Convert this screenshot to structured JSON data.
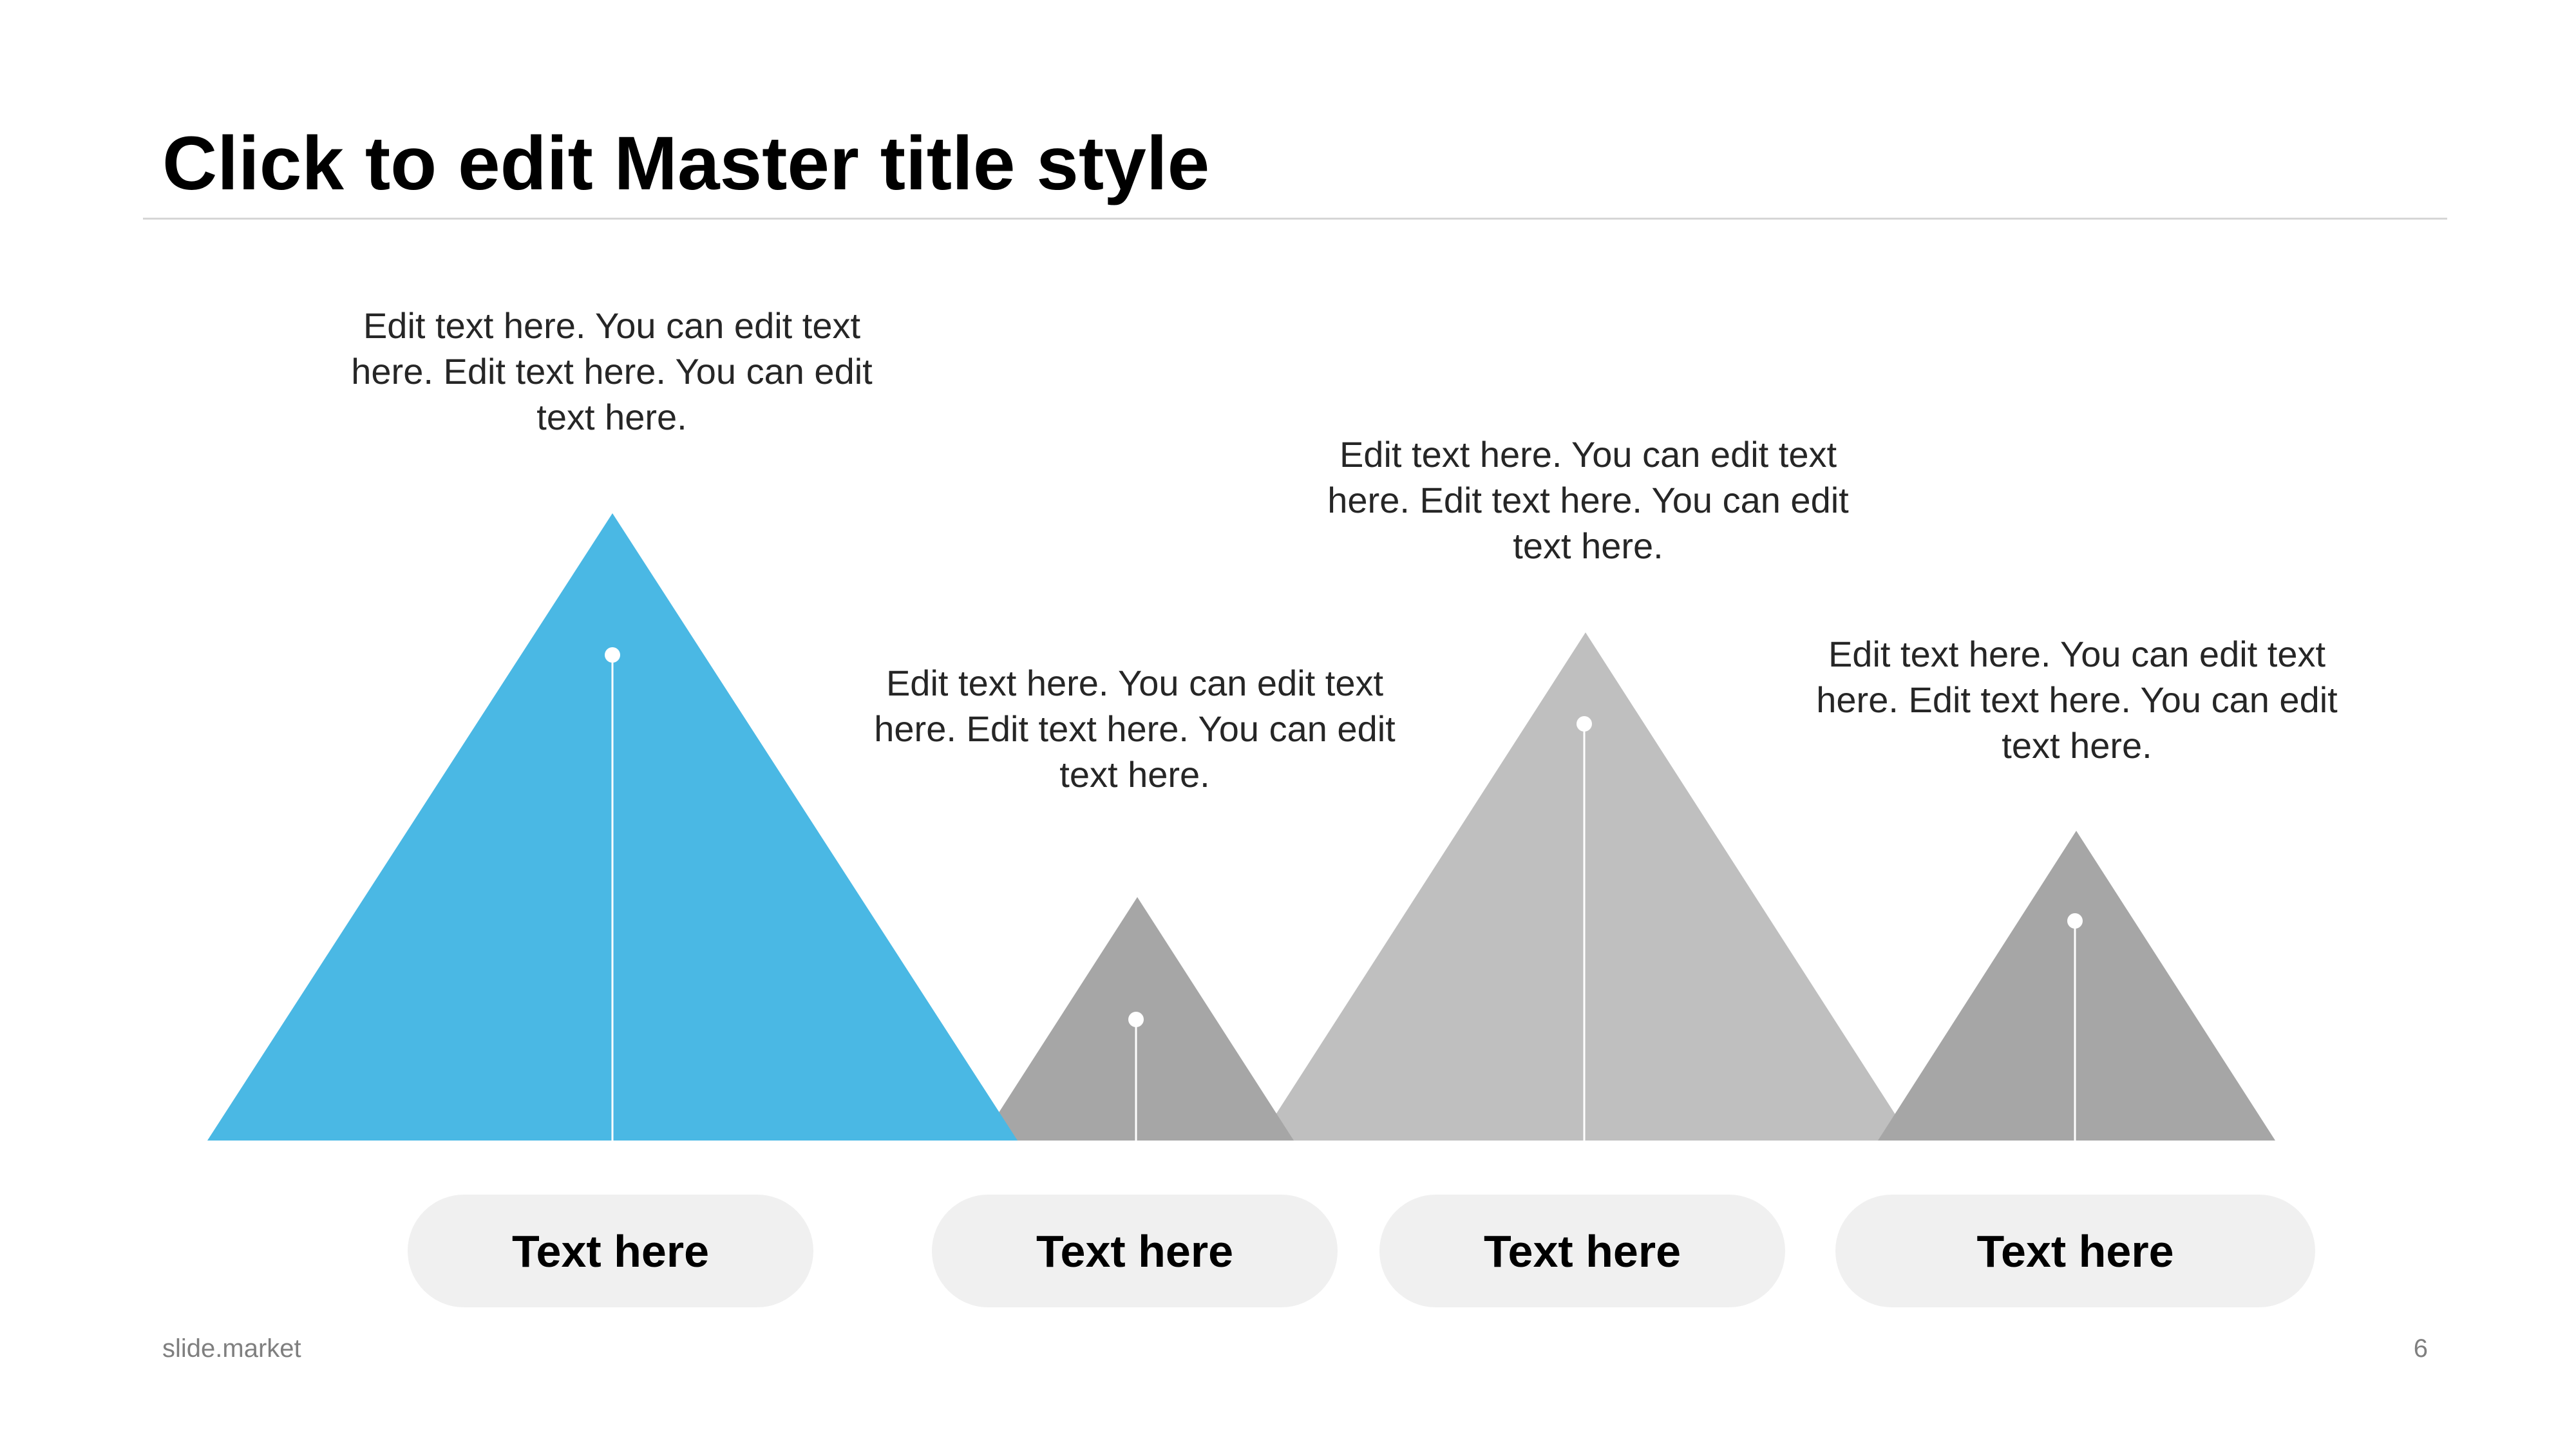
{
  "slide": {
    "title": "Click to edit Master title style",
    "footer": "slide.market",
    "page_number": "6"
  },
  "colors": {
    "accent": "#4AB8E4",
    "gray_dark": "#A6A6A6",
    "gray_light": "#BFBFBF",
    "pill_bg": "#F0F0F0"
  },
  "peaks": [
    {
      "description": "Edit text here. You can edit text here. Edit text here. You can edit text here.",
      "label": "Text here",
      "color": "#4AB8E4"
    },
    {
      "description": "Edit text here. You can edit text here. Edit text here. You can edit text here.",
      "label": "Text here",
      "color": "#A6A6A6"
    },
    {
      "description": "Edit text here. You can edit text here. Edit text here. You can edit text here.",
      "label": "Text here",
      "color": "#BFBFBF"
    },
    {
      "description": "Edit text here. You can edit text here. Edit text here. You can edit text here.",
      "label": "Text here",
      "color": "#A6A6A6"
    }
  ]
}
